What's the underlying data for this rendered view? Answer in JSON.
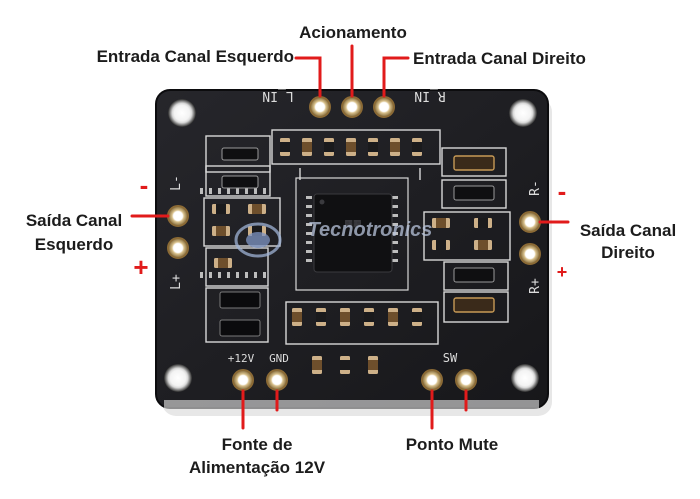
{
  "annotations": {
    "acionamento": "Acionamento",
    "entrada_esquerdo": "Entrada Canal Esquerdo",
    "entrada_direito": "Entrada Canal Direito",
    "saida_esquerdo_l1": "Saída Canal",
    "saida_esquerdo_l2": "Esquerdo",
    "saida_direito_l1": "Saída Canal",
    "saida_direito_l2": "Direito",
    "fonte_l1": "Fonte de",
    "fonte_l2": "Alimentação 12V",
    "ponto_mute": "Ponto Mute"
  },
  "board_silkscreen": {
    "l_in": "L_IN",
    "r_in": "R_IN",
    "l_minus": "L-",
    "l_plus": "L+",
    "r_minus": "R-",
    "r_plus": "R+",
    "plus_12v": "+12V",
    "gnd": "GND",
    "sw": "SW"
  },
  "polarity_marks": {
    "minus": "-",
    "plus": "+"
  },
  "watermark": "Tecnotronics",
  "colors": {
    "pcb": "#1e1e22",
    "pcb_edge": "#0c0c0e",
    "silkscreen": "#dcdcdc",
    "lead_red": "#e11b1b",
    "pad_gold": "#c8a464",
    "label_text": "#1c1c1c"
  }
}
